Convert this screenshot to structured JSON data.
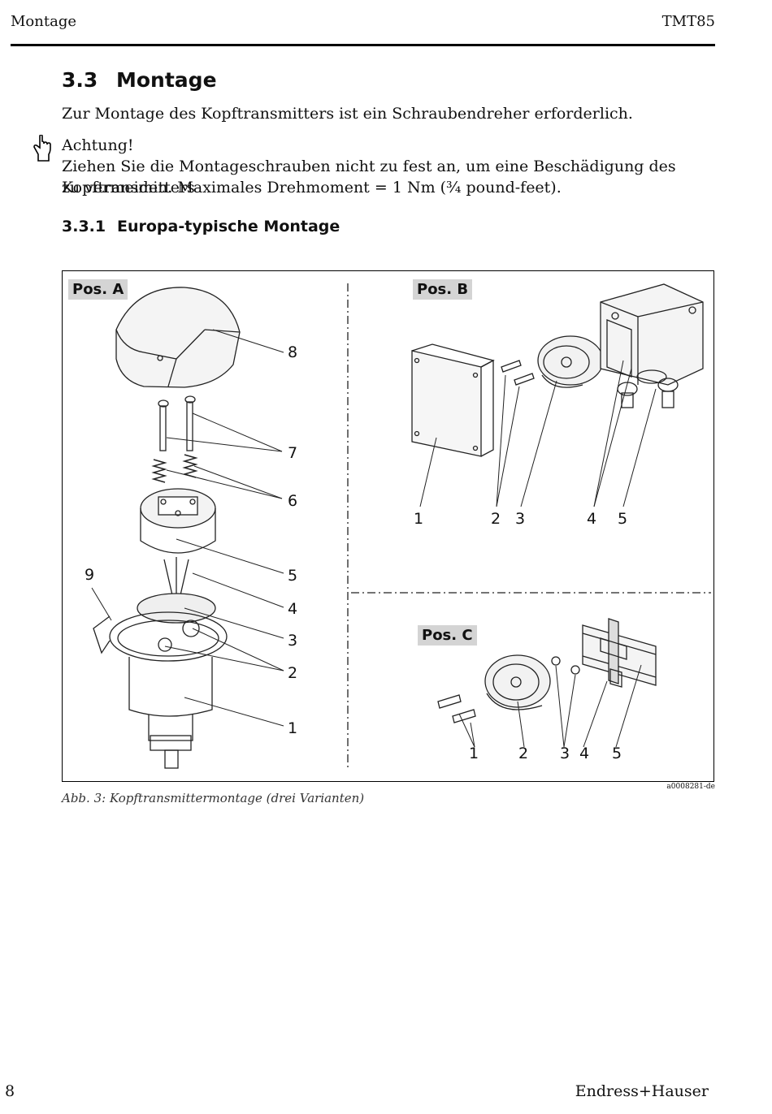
{
  "header": {
    "left": "Montage",
    "right": "TMT85"
  },
  "section": {
    "number": "3.3",
    "title": "Montage"
  },
  "intro": "Zur Montage des Kopftransmitters ist ein Schraubendreher erforderlich.",
  "notice": {
    "icon": "pointing-hand-icon",
    "title": "Achtung!",
    "line1": "Ziehen Sie die Montageschrauben nicht zu fest an, um eine Beschädigung des Kopftransmitters",
    "line2": "zu vermeiden. Maximales Drehmoment = 1 Nm (¾ pound-feet)."
  },
  "subsection": {
    "number": "3.3.1",
    "title": "Europa-typische Montage"
  },
  "figure": {
    "pos_a": {
      "title": "Pos. A",
      "labels": [
        "8",
        "7",
        "6",
        "5",
        "4",
        "3",
        "2",
        "1",
        "9"
      ]
    },
    "pos_b": {
      "title": "Pos. B",
      "labels": [
        "1",
        "2",
        "3",
        "4",
        "5"
      ]
    },
    "pos_c": {
      "title": "Pos. C",
      "labels": [
        "1",
        "2",
        "3",
        "4",
        "5"
      ]
    },
    "code": "a0008281-de",
    "caption": "Abb. 3: Kopftransmittermontage (drei Varianten)"
  },
  "footer": {
    "page": "8",
    "brand": "Endress+Hauser"
  }
}
